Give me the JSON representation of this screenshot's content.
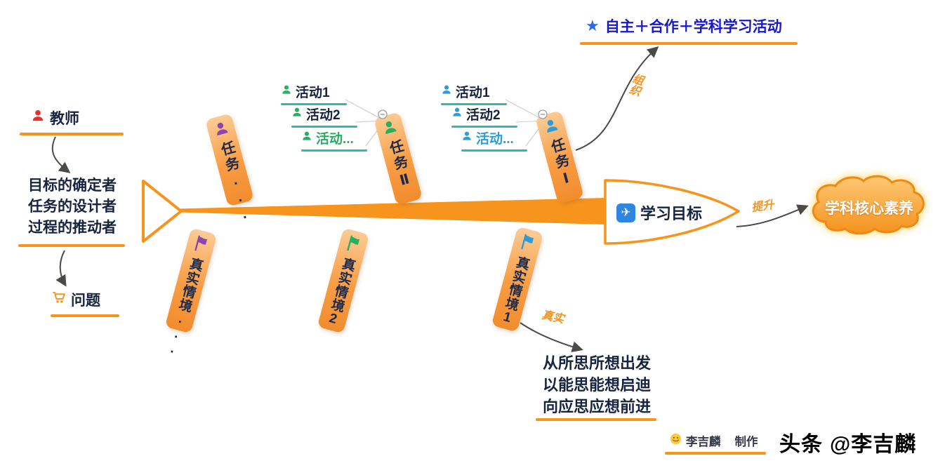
{
  "colors": {
    "orange": "#F7941E",
    "navy": "#172440",
    "teal_line": "#2FB8AD",
    "banner_blue": "#1717CF",
    "star_blue": "#2D6CDF",
    "purple": "#8E44AD",
    "green": "#27AE60",
    "blue": "#2D9CDB",
    "red": "#E8312A",
    "arrow_gray": "#4A4A46",
    "cloud_border": "#EE8A12"
  },
  "teacher": {
    "label": "教师",
    "icon": "person-icon"
  },
  "teacher_roles": {
    "lines": [
      "目标的确定者",
      "任务的设计者",
      "过程的推动者"
    ]
  },
  "problem": {
    "label": "问题",
    "icon": "cart-icon"
  },
  "fishbone": {
    "head": {
      "label": "学习目标",
      "icon": "airplane-icon",
      "icon_glyph": "✈"
    },
    "top_ribs": [
      {
        "label": "任务...",
        "icon": "person-icon",
        "color": "#8E44AD"
      },
      {
        "label": "任务Ⅱ",
        "icon": "person-icon",
        "color": "#27AE60"
      },
      {
        "label": "任务Ⅰ",
        "icon": "person-icon",
        "color": "#2D9CDB"
      }
    ],
    "bottom_ribs": [
      {
        "label": "真实情境...",
        "icon": "flag-icon",
        "color": "#8E44AD"
      },
      {
        "label": "真实情境2",
        "icon": "flag-icon",
        "color": "#27AE60"
      },
      {
        "label": "真实情境1",
        "icon": "flag-icon",
        "color": "#2D9CDB"
      }
    ],
    "task2_activities": {
      "icon_color": "#27AE60",
      "items": [
        {
          "label": "活动1",
          "color": "#172440"
        },
        {
          "label": "活动2",
          "color": "#172440"
        },
        {
          "label": "活动...",
          "color": "#27AE60"
        }
      ]
    },
    "task1_activities": {
      "icon_color": "#2D9CDB",
      "items": [
        {
          "label": "活动1",
          "color": "#172440"
        },
        {
          "label": "活动2",
          "color": "#172440"
        },
        {
          "label": "活动...",
          "color": "#2D9CDB"
        }
      ]
    }
  },
  "goal_banner": {
    "star": "★",
    "label": "自主＋合作＋学科学习活动"
  },
  "cloud": {
    "label": "学科核心素养"
  },
  "arrow_labels": {
    "organize": "组织",
    "improve": "提升",
    "real": "真实"
  },
  "insight": {
    "lines": [
      "从所思所想出发",
      "以能思能想启迪",
      "向应思应想前进"
    ]
  },
  "credit": {
    "author": "李吉麟",
    "suffix": "制作",
    "icon": "smiley-icon"
  },
  "watermark": {
    "brand": "头条",
    "handle": "@李吉麟"
  }
}
